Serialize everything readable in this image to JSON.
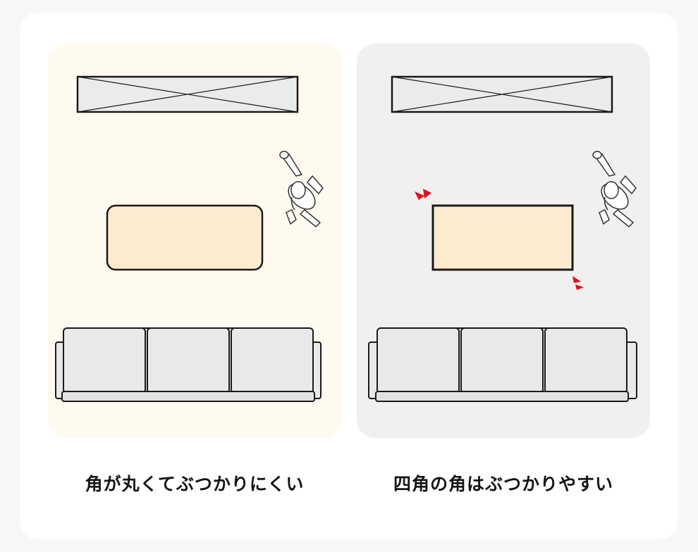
{
  "colors": {
    "page_background": "#f7f7f7",
    "card_background": "#ffffff",
    "panel_rounded_background": "#fffaf0",
    "panel_square_background": "#f0f0f0",
    "table_fill": "#fdebd0",
    "outline": "#1a1a1a",
    "sofa_fill": "#e9e9e9",
    "warning_red": "#e01020"
  },
  "panels": [
    {
      "id": "rounded",
      "caption": "角が丸くてぶつかりにくい",
      "table_corner": "rounded"
    },
    {
      "id": "square",
      "caption": "四角の角はぶつかりやすい",
      "table_corner": "square"
    }
  ]
}
